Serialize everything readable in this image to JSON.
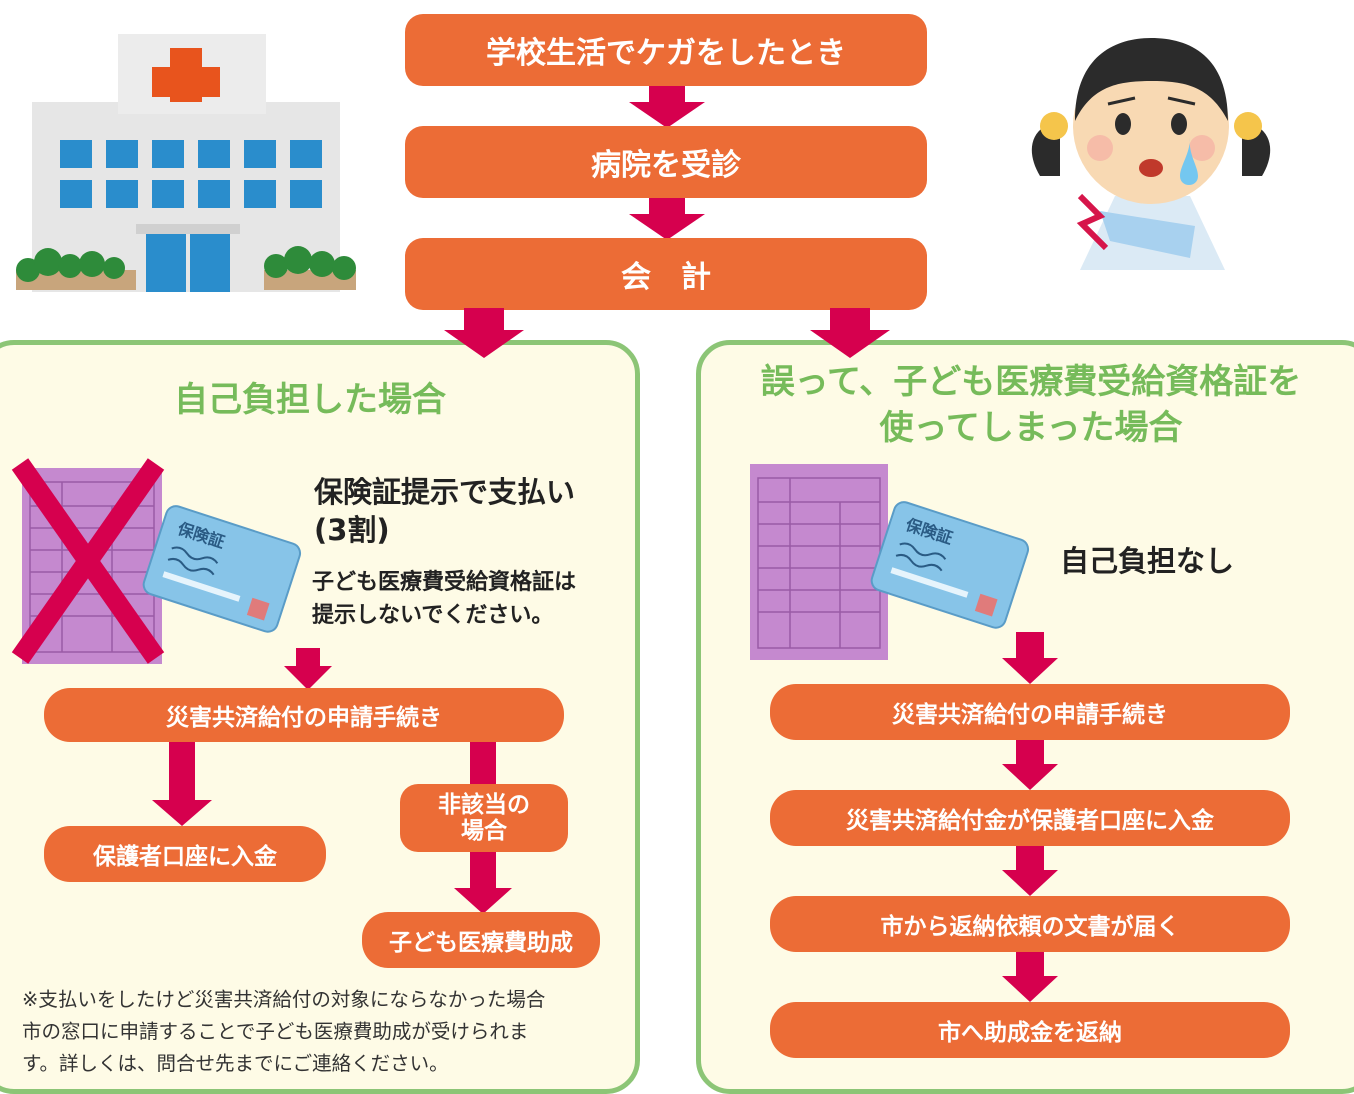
{
  "colors": {
    "orange": "#ec6c36",
    "arrow": "#d6004e",
    "panel_border": "#8cc576",
    "panel_bg": "#fefbe6",
    "title_green": "#76bb5a"
  },
  "flow": {
    "step1": "学校生活でケガをしたとき",
    "step2": "病院を受診",
    "step3": "会　計"
  },
  "left_panel": {
    "title": "自己負担した場合",
    "pay_heading_line1": "保険証提示で支払い",
    "pay_heading_line2": "(3割)",
    "instruction_line1": "子ども医療費受給資格証は",
    "instruction_line2": "提示しないでください。",
    "apply": "災害共済給付の申請手続き",
    "deposit": "保護者口座に入金",
    "not_applicable_line1": "非該当の",
    "not_applicable_line2": "場合",
    "subsidy": "子ども医療費助成",
    "note_line1": "※支払いをしたけど災害共済給付の対象にならなかった場合",
    "note_line2": "市の窓口に申請することで子ども医療費助成が受けられま",
    "note_line3": "す。詳しくは、問合せ先までにご連絡ください。"
  },
  "right_panel": {
    "title_line1": "誤って、子ども医療費受給資格証を",
    "title_line2": "使ってしまった場合",
    "no_charge": "自己負担なし",
    "step1": "災害共済給付の申請手続き",
    "step2": "災害共済給付金が保護者口座に入金",
    "step3": "市から返納依頼の文書が届く",
    "step4": "市へ助成金を返納"
  },
  "card_images": {
    "insurance_card_label": "保険証"
  },
  "icons": [
    "hospital-icon",
    "injured-girl-icon",
    "medical-certificate-icon",
    "insurance-card-icon",
    "cross-mark-icon"
  ]
}
